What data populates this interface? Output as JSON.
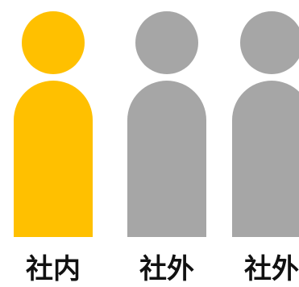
{
  "figures": [
    {
      "label": "社内",
      "color": "#FFC000"
    },
    {
      "label": "社外",
      "color": "#A6A6A6"
    },
    {
      "label": "社外",
      "color": "#A6A6A6"
    }
  ]
}
